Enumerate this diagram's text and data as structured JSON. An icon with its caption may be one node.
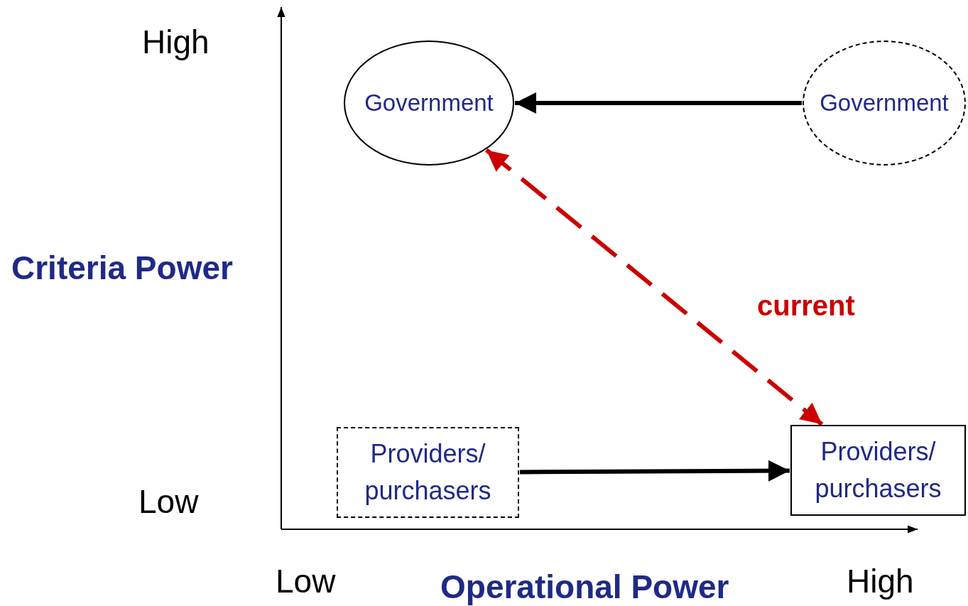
{
  "diagram": {
    "nodes": [
      {
        "text": [
          "Government"
        ]
      },
      {
        "text": [
          "Government"
        ]
      },
      {
        "text": [
          "Providers/ purchasers"
        ]
      },
      {
        "text": [
          "Providers/ purchasers"
        ]
      }
    ],
    "edges": [
      {
        "from": 1,
        "to": 0,
        "arrow": "to"
      },
      {
        "from": 2,
        "to": 3,
        "arrow": "to"
      },
      {
        "from": 0,
        "to": 3,
        "arrow": "both",
        "style": "dashed",
        "color": "#cc0000",
        "label": "current"
      }
    ],
    "labels": [
      "High",
      "Low",
      "Criteria Power",
      "Low",
      "Operational Power",
      "High"
    ]
  }
}
